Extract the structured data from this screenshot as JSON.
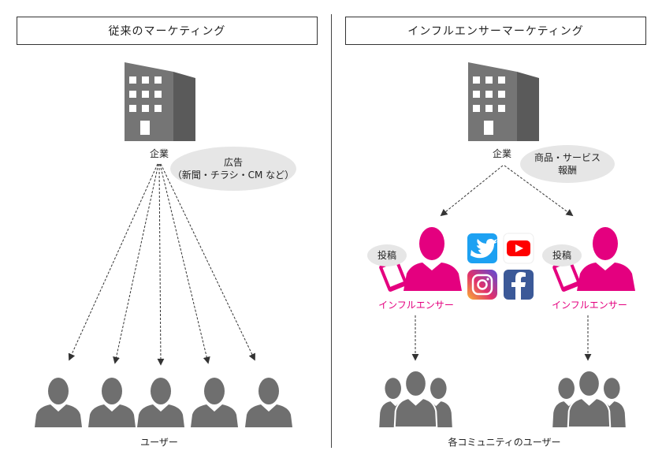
{
  "left_panel": {
    "title": "従来のマーケティング",
    "company_label": "企業",
    "ad_bubble_line1": "広告",
    "ad_bubble_line2": "（新聞・チラシ・CM など）",
    "users_label": "ユーザー"
  },
  "right_panel": {
    "title": "インフルエンサーマーケティング",
    "company_label": "企業",
    "reward_bubble_line1": "商品・サービス",
    "reward_bubble_line2": "報酬",
    "post_label_left": "投稿",
    "post_label_right": "投稿",
    "influencer_label_left": "インフルエンサー",
    "influencer_label_right": "インフルエンサー",
    "community_label": "各コミュニティのユーザー"
  },
  "colors": {
    "building": "#757575",
    "user": "#6f6f6f",
    "influencer": "#e4007f",
    "bubble": "#e6e6e6",
    "twitter": "#1da1f2",
    "youtube": "#ff0000",
    "facebook": "#3b5998"
  },
  "icons": [
    "building-icon",
    "user-icon",
    "influencer-icon",
    "tablet-icon",
    "twitter-icon",
    "youtube-icon",
    "instagram-icon",
    "facebook-icon",
    "user-group-icon"
  ]
}
